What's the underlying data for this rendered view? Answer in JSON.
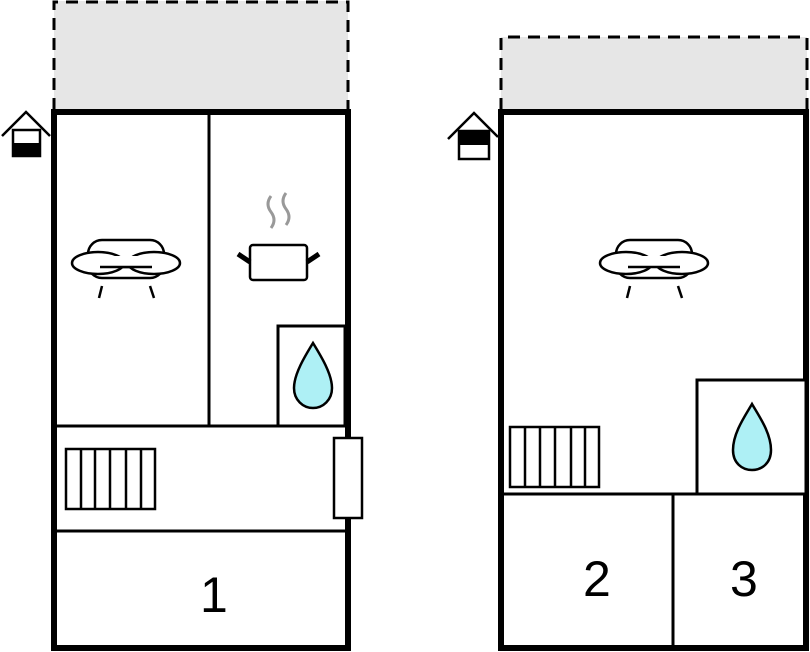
{
  "colors": {
    "terrace_fill": "#e6e6e6",
    "wall": "#000000",
    "water": "#aef0f5",
    "steam": "#999999",
    "background": "#ffffff"
  },
  "floor_1": {
    "entrance_icon": "entrance-icon",
    "terrace": "terrace",
    "rooms": {
      "living": "living-room-sofa-icon",
      "kitchen": "kitchen-pot-icon",
      "bathroom": "bathroom-water-drop-icon",
      "hall": "staircase-icon",
      "bedroom_label": "1"
    }
  },
  "floor_2": {
    "entrance_icon": "entrance-icon",
    "terrace": "terrace",
    "rooms": {
      "living": "living-room-sofa-icon",
      "bathroom": "bathroom-water-drop-icon",
      "hall": "staircase-icon",
      "bedroom_2_label": "2",
      "bedroom_3_label": "3"
    }
  }
}
